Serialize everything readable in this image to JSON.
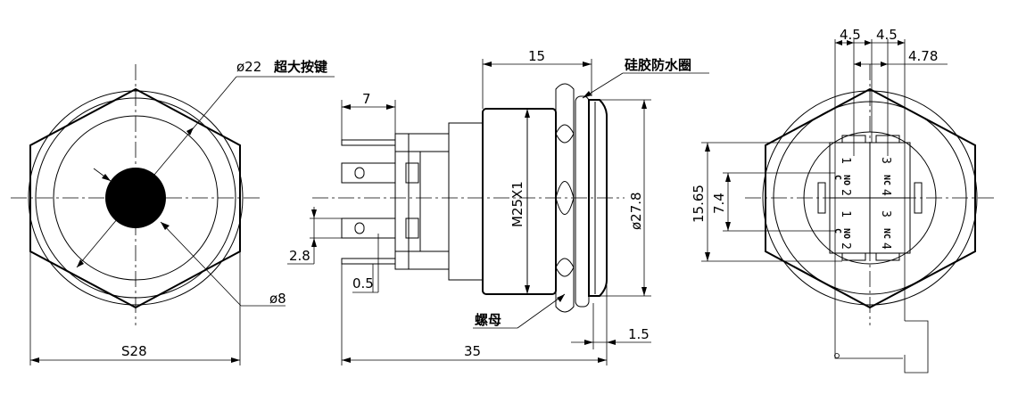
{
  "front_view": {
    "button_dia": "ø22",
    "button_label": "超大按键",
    "led_dia": "ø8",
    "hex_width": "S28"
  },
  "side_view": {
    "terminal_len": "7",
    "body_len": "15",
    "gasket_label": "硅胶防水圈",
    "thread": "M25X1",
    "outer_dia": "ø27.8",
    "pin_pitch": "2.8",
    "pin_thickness": "0.5",
    "nut_label": "螺母",
    "flange": "1.5",
    "total_len": "35"
  },
  "rear_view": {
    "dim_a": "4.5",
    "dim_b": "4.5",
    "dim_c": "4.78",
    "dim_v1": "15.65",
    "dim_v2": "7.4",
    "pins": {
      "p1": "1",
      "p2": "2",
      "p3": "3",
      "p4": "4",
      "no": "NO",
      "nc": "NC",
      "c": "C"
    }
  }
}
